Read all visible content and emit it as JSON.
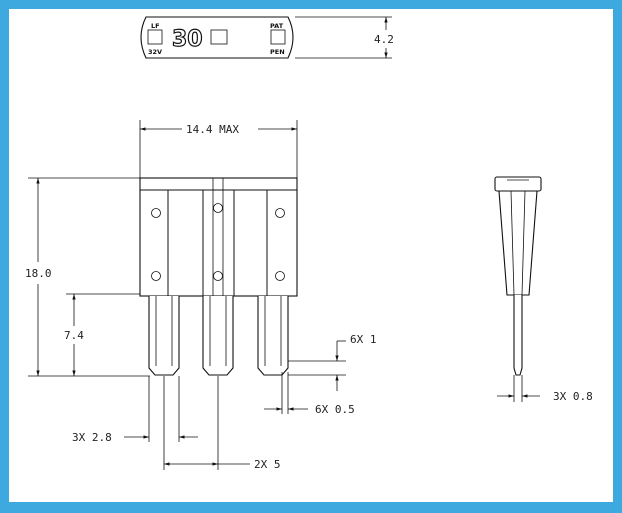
{
  "colors": {
    "frame": "#3ea9de",
    "paper": "#ffffff",
    "ink": "#111111"
  },
  "top_view": {
    "left_top_mark": "LF",
    "left_bottom_mark": "32V",
    "rating": "30",
    "right_top_mark": "PAT",
    "right_bottom_mark": "PEN",
    "height_dim": "4.2"
  },
  "front_view": {
    "width_dim": "14.4 MAX",
    "height_dim": "18.0",
    "terminal_length_dim": "7.4",
    "step_dim": "6X 1",
    "thickness_dim": "6X 0.5",
    "terminal_width_dim": "3X 2.8",
    "pitch_dim": "2X 5"
  },
  "side_view": {
    "terminal_thickness_dim": "3X 0.8"
  }
}
